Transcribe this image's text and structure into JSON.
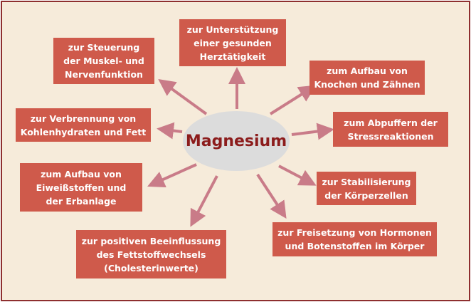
{
  "center": "Magnesium",
  "colors": {
    "background": "#f6ebda",
    "border": "#8e2f2f",
    "box": "#cf5a4b",
    "arrow": "#c97b88",
    "ellipse": "#dcdcdc",
    "center_text": "#8c1c1c"
  },
  "boxes": [
    "zur Steuerung\nder Muskel- und\nNervenfunktion",
    "zur Unterstützung\neiner gesunden\nHerztätigkeit",
    "zum Aufbau von\nKnochen und Zähnen",
    "zum Abpuffern der\nStressreaktionen",
    "zur Verbrennung von\nKohlenhydraten und Fett",
    "zur Stabilisierung\nder Körperzellen",
    "zum Aufbau von\nEiweißstoffen und\nder Erbanlage",
    "zur Freisetzung von Hormonen\nund Botenstoffen im Körper",
    "zur positiven Beeinflussung\ndes Fettstoffwechsels\n(Cholesterinwerte)"
  ]
}
